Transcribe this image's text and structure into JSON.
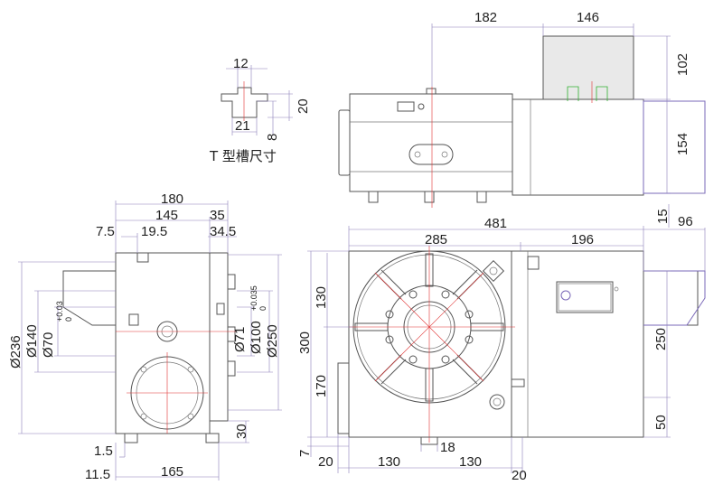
{
  "title": "T 型槽尺寸",
  "tslot": {
    "d12": "12",
    "d21": "21",
    "d8": "8",
    "d20": "20"
  },
  "top_view": {
    "d182": "182",
    "d146": "146",
    "d102": "102",
    "d154": "154"
  },
  "side_view": {
    "d180": "180",
    "d145": "145",
    "d35": "35",
    "d7_5": "7.5",
    "d19_5": "19.5",
    "d34_5": "34.5",
    "d236": "Ø236",
    "d140": "Ø140",
    "d70": "Ø70",
    "d70_tol_up": "+0.03",
    "d70_tol_low": "0",
    "d71": "Ø71",
    "d100": "Ø100",
    "d100_tol_up": "+0.035",
    "d100_tol_low": "0",
    "d250": "Ø250",
    "d30": "30",
    "d1_5": "1.5",
    "d11_5": "11.5",
    "d165": "165"
  },
  "front_view": {
    "d15": "15",
    "d96": "96",
    "d481": "481",
    "d285": "285",
    "d196": "196",
    "d130v": "130",
    "d300": "300",
    "d170": "170",
    "d250": "250",
    "d50": "50",
    "d7": "7",
    "d20a": "20",
    "d130a": "130",
    "d18": "18",
    "d130b": "130",
    "d20b": "20"
  }
}
